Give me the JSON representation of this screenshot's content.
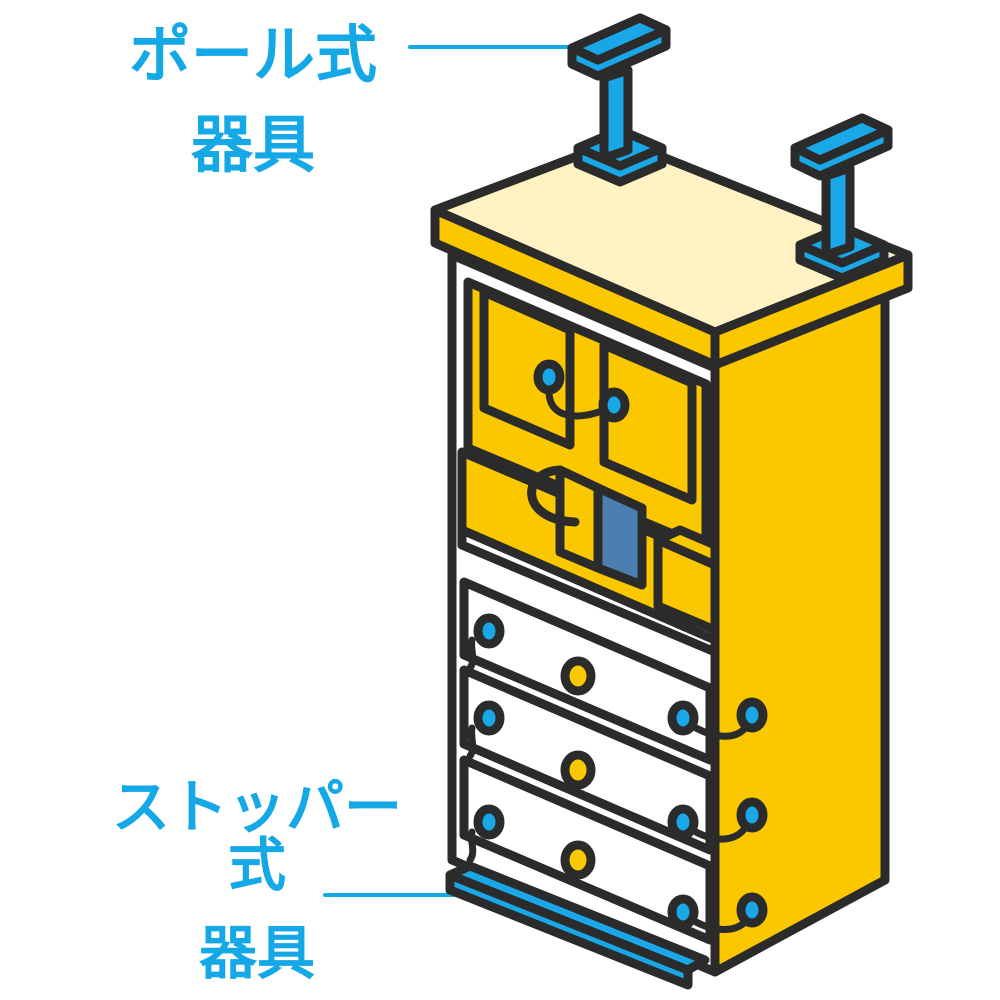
{
  "labels": {
    "pole": {
      "line1": "ポール式",
      "line2": "器具"
    },
    "stopper": {
      "line1": "ストッパー式",
      "line2": "器具"
    }
  },
  "colors": {
    "outline": "#2b2b2b",
    "cabinet_side": "#fbc800",
    "cabinet_top": "#fff3c4",
    "front_white": "#ffffff",
    "device_blue": "#1aa7e8",
    "shadow_blue": "#4a7fb0",
    "label_blue": "#14a8e6"
  },
  "icons": [
    "pole-device-icon",
    "stopper-device-icon",
    "cabinet-illustration"
  ]
}
